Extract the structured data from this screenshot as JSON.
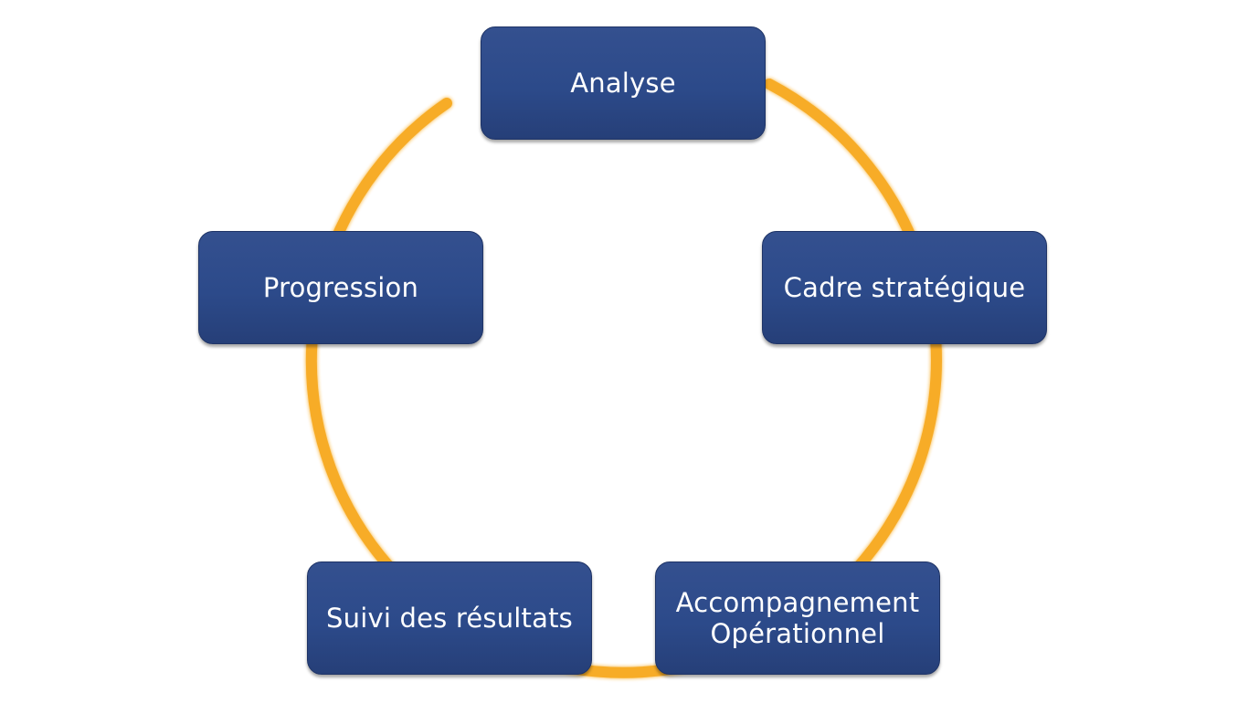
{
  "diagram": {
    "steps": [
      {
        "label": "Analyse"
      },
      {
        "label": "Cadre stratégique"
      },
      {
        "label_lines": [
          "Accompagnement",
          "Opérationnel"
        ]
      },
      {
        "label": "Suivi des résultats"
      },
      {
        "label": "Progression"
      }
    ],
    "colors": {
      "box_fill": "#2c4a8a",
      "box_text": "#ffffff",
      "ring": "#f7a81b"
    }
  }
}
